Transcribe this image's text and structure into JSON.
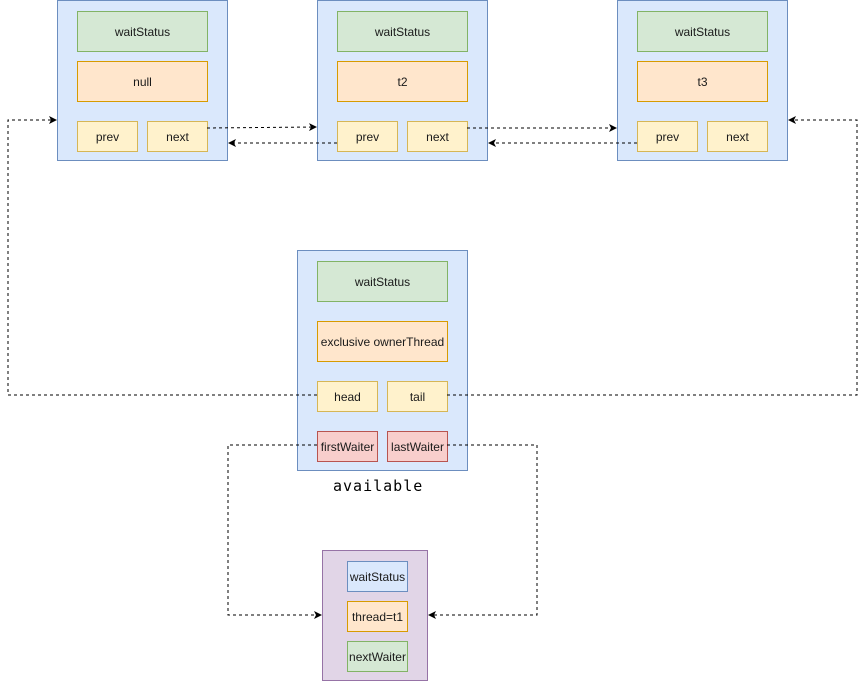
{
  "queue_nodes": [
    {
      "wait_status": "waitStatus",
      "thread": "null",
      "prev": "prev",
      "next": "next"
    },
    {
      "wait_status": "waitStatus",
      "thread": "t2",
      "prev": "prev",
      "next": "next"
    },
    {
      "wait_status": "waitStatus",
      "thread": "t3",
      "prev": "prev",
      "next": "next"
    }
  ],
  "sync_node": {
    "wait_status": "waitStatus",
    "owner": "exclusive ownerThread",
    "head": "head",
    "tail": "tail",
    "first_waiter": "firstWaiter",
    "last_waiter": "lastWaiter",
    "caption": "available"
  },
  "condition_node": {
    "wait_status": "waitStatus",
    "thread": "thread=t1",
    "next_waiter": "nextWaiter"
  },
  "colors": {
    "container_fill": "#dae8fc",
    "waiter_fill": "#e1d5e7",
    "status_fill": "#d5e8d4",
    "thread_fill": "#ffe6cc",
    "pointer_fill": "#fff2cc",
    "waiter_ptr_fill": "#f8cecc"
  }
}
